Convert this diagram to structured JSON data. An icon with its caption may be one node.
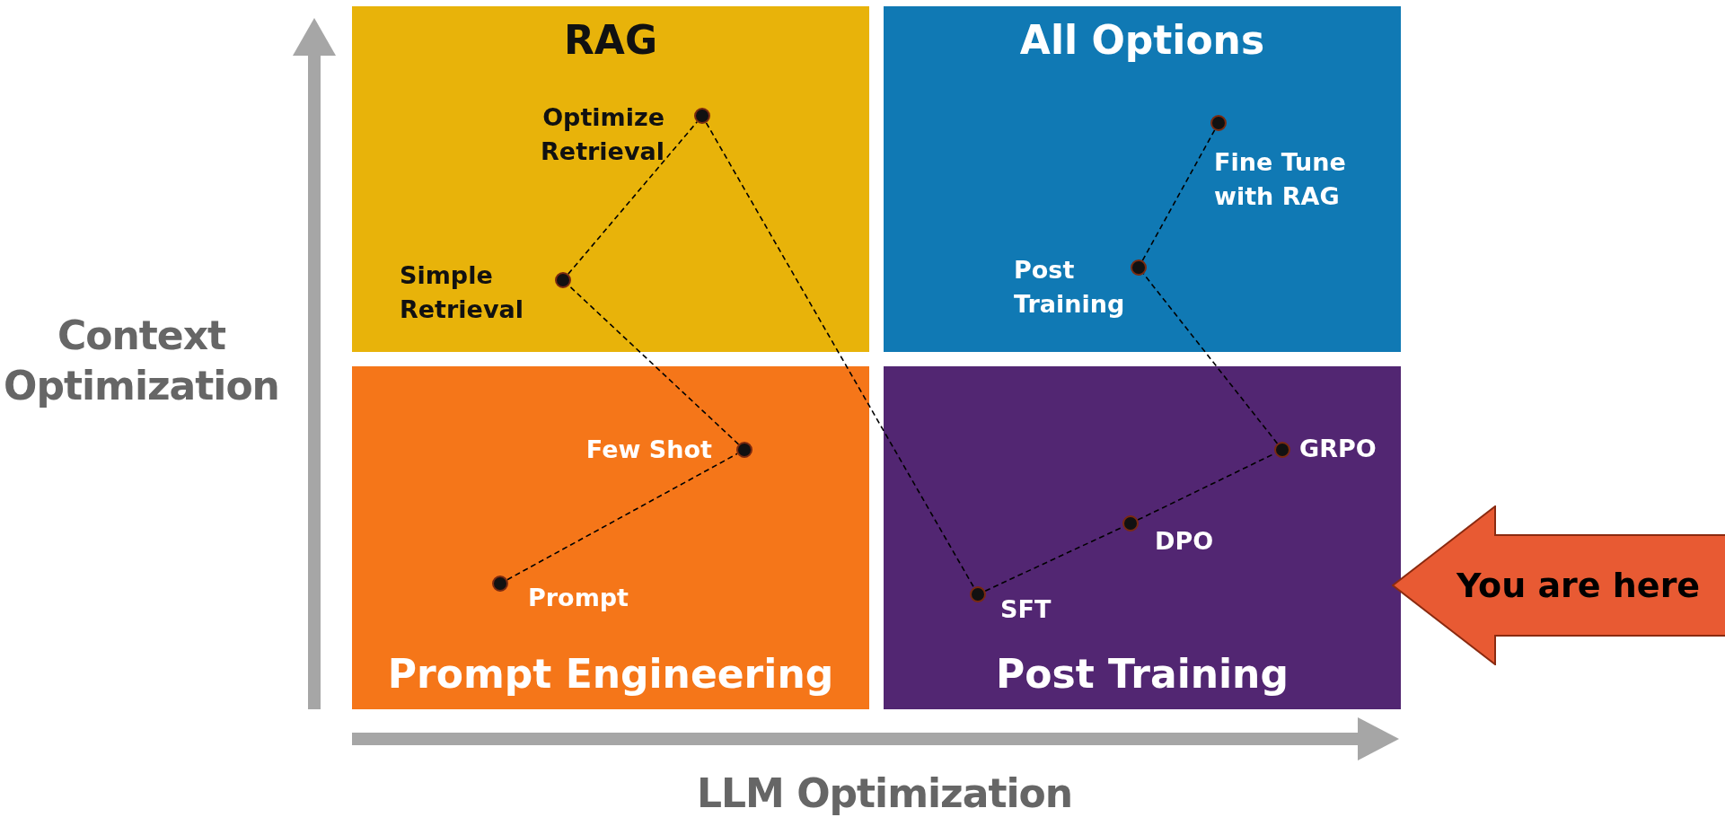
{
  "diagram": {
    "nodes": [
      {
        "text": [
          "RAG"
        ]
      },
      {
        "text": [
          "All Options"
        ]
      },
      {
        "text": [
          "Prompt Engineering"
        ]
      },
      {
        "text": [
          "Post Training"
        ]
      },
      {
        "text": [],
        "shape": "circle",
        "in": 0,
        "beside": [
          "Optimize Retrieval"
        ]
      },
      {
        "text": [],
        "shape": "circle",
        "in": 1,
        "beside": [
          "Fine Tune with RAG"
        ]
      },
      {
        "text": [],
        "shape": "circle",
        "in": 1,
        "beside": [
          "Post Training"
        ]
      },
      {
        "text": [],
        "shape": "circle",
        "in": 0,
        "beside": [
          "Simple Retrieval"
        ]
      },
      {
        "text": [],
        "shape": "circle",
        "in": 2,
        "beside": [
          "Few Shot"
        ]
      },
      {
        "text": [],
        "shape": "circle",
        "in": 3,
        "beside": [
          "GRPO"
        ]
      },
      {
        "text": [],
        "shape": "circle",
        "in": 3,
        "beside": [
          "DPO"
        ]
      },
      {
        "text": [],
        "shape": "circle",
        "in": 3,
        "beside": [
          "SFT"
        ]
      },
      {
        "text": [],
        "shape": "circle",
        "in": 2,
        "beside": [
          "Prompt"
        ]
      },
      {
        "text": [
          "You are here"
        ]
      }
    ],
    "edges": [
      {
        "from": 12,
        "to": 8,
        "arrow": "none",
        "style": "dashed"
      },
      {
        "from": 8,
        "to": 7,
        "arrow": "none",
        "style": "dashed"
      },
      {
        "from": 7,
        "to": 4,
        "arrow": "none",
        "style": "dashed"
      },
      {
        "from": 4,
        "to": 11,
        "arrow": "none",
        "style": "dashed"
      },
      {
        "from": 11,
        "to": 10,
        "arrow": "none",
        "style": "dashed"
      },
      {
        "from": 10,
        "to": 9,
        "arrow": "none",
        "style": "dashed"
      },
      {
        "from": 9,
        "to": 6,
        "arrow": "none",
        "style": "dashed"
      },
      {
        "from": 6,
        "to": 5,
        "arrow": "none",
        "style": "dashed"
      }
    ],
    "labels": [
      "Context Optimization",
      "LLM Optimization"
    ]
  }
}
